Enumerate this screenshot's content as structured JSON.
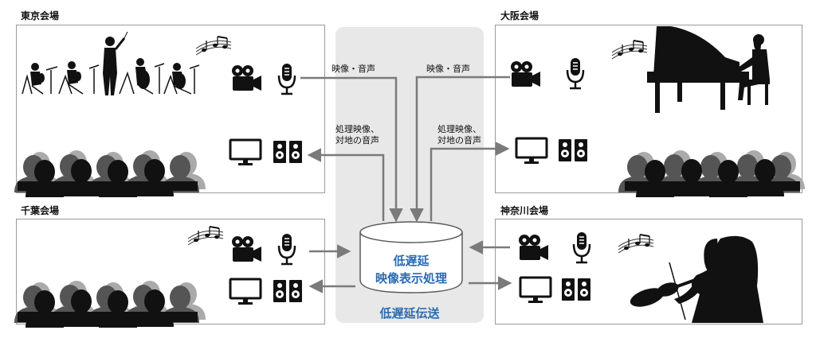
{
  "venues": {
    "tokyo": {
      "name": "東京会場"
    },
    "osaka": {
      "name": "大阪会場"
    },
    "chiba": {
      "name": "千葉会場"
    },
    "kanagawa": {
      "name": "神奈川会場"
    }
  },
  "flows": {
    "tokyo_up": "映像・音声",
    "osaka_up": "映像・音声",
    "tokyo_down_1": "処理映像、",
    "tokyo_down_2": "対地の音声",
    "osaka_down_1": "処理映像、",
    "osaka_down_2": "対地の音声"
  },
  "center": {
    "db_line1": "低遅延",
    "db_line2": "映像表示処理",
    "transport": "低遅延伝送"
  },
  "colors": {
    "arrow": "#7a7a7a",
    "accent": "#2a6bb0",
    "panel_bg": "#e8e8e8",
    "db_fill": "#ffffff"
  },
  "icons": [
    "video-camera-icon",
    "microphone-icon",
    "monitor-icon",
    "speaker-icon",
    "music-notes-icon"
  ]
}
